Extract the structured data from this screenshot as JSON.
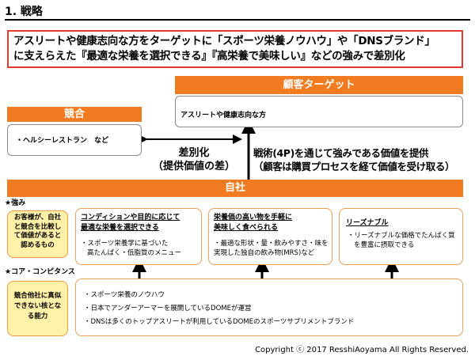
{
  "title": "1. 戦略",
  "headline": {
    "line1": "アスリートや健康志向な方をターゲットに「スポーツ栄養ノウハウ」や「DNSブランド」",
    "line2": "に支えらえた『最適な栄養を選択できる』『高栄養で美味しい』などの強みで差別化"
  },
  "customer_target": {
    "label": "顧客ターゲット",
    "item": "アスリートや健康志向な方"
  },
  "competitor": {
    "label": "競合",
    "item": "・ヘルシーレストラン　など"
  },
  "differentiation": {
    "line1": "差別化",
    "line2": "（提供価値の差）"
  },
  "tactics": {
    "line1": "戦術(4P)を通じて強みである価値を提供",
    "line2": "（顧客は購買プロセスを経て価値を受け取る）"
  },
  "self": {
    "label": "自社"
  },
  "strengths": {
    "section_label": "★強み",
    "side_note": "お客様が、自社と競合を比較して価値があると認めるもの",
    "items": [
      {
        "title1": "コンディションや目的に応じて",
        "title2": "最適な栄養を選択できる",
        "desc1": "・スポーツ栄養学に基づいた",
        "desc2": "高たんぱく・低脂質のメニュー"
      },
      {
        "title1": "栄養価の高い物を手軽に",
        "title2": "美味しく食べられる",
        "desc1": "・最適な形状・量・飲みやすさ・味を",
        "desc2": "実現した独自の飲み物(MRS)など"
      },
      {
        "title1": "リーズナブル",
        "title2": "",
        "desc1": "・リーズナブルな価格でたんぱく質",
        "desc2": "を豊富に摂取できる"
      }
    ]
  },
  "core": {
    "section_label": "★コア・コンピタンス",
    "side_note": "競合他社に真似できない核となる能力",
    "items": [
      "・スポーツ栄養のノウハウ",
      "・日本でアンダーアーマーを展開しているDOMEが運営",
      "・DNSは多くのトップアスリートが利用しているDOMEのスポーツサプリメントブランド"
    ]
  },
  "copyright": "Copyright ⓒ 2017 ResshiAoyama All Rights Reserved.",
  "colors": {
    "orange": "#f07b21",
    "red_border": "#e23a2e",
    "cream": "#fff2a8"
  }
}
